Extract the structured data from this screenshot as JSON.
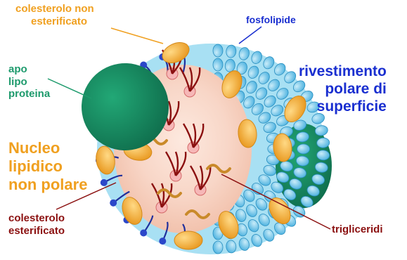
{
  "labels": {
    "colesterolo_non_esterificato": [
      "colesterolo non",
      "esterificato"
    ],
    "fosfolipide": "fosfolipide",
    "apolipoproteina": [
      "apo",
      "lipo",
      "proteina"
    ],
    "rivestimento": [
      "rivestimento",
      "polare di",
      "superficie"
    ],
    "nucleo": [
      "Nucleo",
      "lipidico",
      "non polare"
    ],
    "colesterolo_esterificato": [
      "colesterolo",
      "esterificato"
    ],
    "trigliceridi": "trigliceridi"
  },
  "colors": {
    "orange_label": "#f0a020",
    "blue_label": "#1a2fd0",
    "green_label": "#1d9a6c",
    "red_label": "#8b1010",
    "apoprotein": "#1a8a62",
    "phospholipid_head": "#6ec6ea",
    "cholesterol": "#f2b445",
    "triglyceride_chain": "#8b1010",
    "core": "#f8d8cc"
  }
}
